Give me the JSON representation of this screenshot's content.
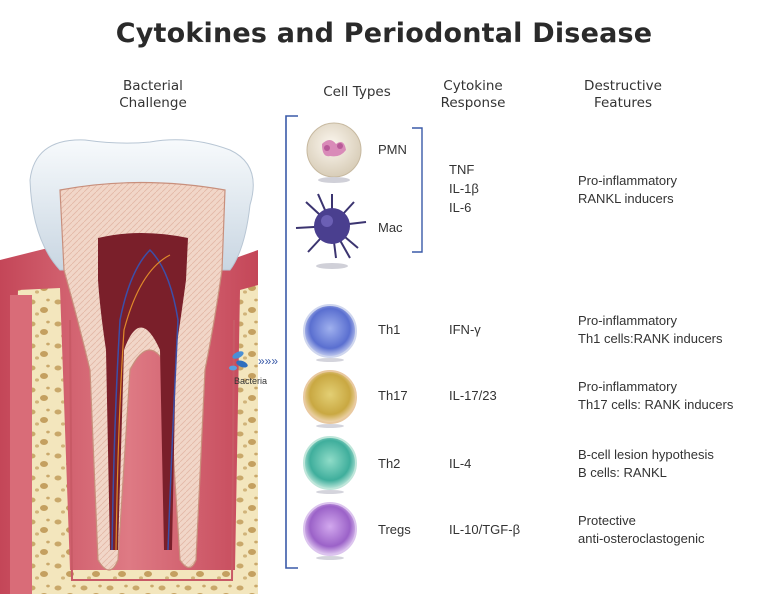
{
  "title": "Cytokines and Periodontal Disease",
  "headers": {
    "bacterial_1": "Bacterial",
    "bacterial_2": "Challenge",
    "cell_types": "Cell Types",
    "cytokine_1": "Cytokine",
    "cytokine_2": "Response",
    "destructive_1": "Destructive",
    "destructive_2": "Features"
  },
  "bacteria_label": "Bacteria",
  "innate": {
    "cells": [
      "PMN",
      "Mac"
    ],
    "cytokines": [
      "TNF",
      "IL-1β",
      "IL-6"
    ],
    "features": [
      "Pro-inflammatory",
      "RANKL inducers"
    ]
  },
  "rows": [
    {
      "cell": "Th1",
      "cytokine": "IFN-γ",
      "feature_1": "Pro-inflammatory",
      "feature_2": "Th1 cells:RANK inducers",
      "color": "#5a6fd0"
    },
    {
      "cell": "Th17",
      "cytokine": "IL-17/23",
      "feature_1": "Pro-inflammatory",
      "feature_2": "Th17 cells: RANK inducers",
      "color": "#c9a842"
    },
    {
      "cell": "Th2",
      "cytokine": "IL-4",
      "feature_1": "B-cell lesion hypothesis",
      "feature_2": "B cells: RANKL",
      "color": "#3fae9c"
    },
    {
      "cell": "Tregs",
      "cytokine": "IL-10/TGF-β",
      "feature_1": "Protective",
      "feature_2": "anti-osteroclastogenic",
      "color": "#9b62c8"
    }
  ],
  "colors": {
    "bracket": "#3a5aa8",
    "gum": "#d4606e",
    "enamel": "#e6edf3",
    "bone": "#f2e4b8"
  }
}
